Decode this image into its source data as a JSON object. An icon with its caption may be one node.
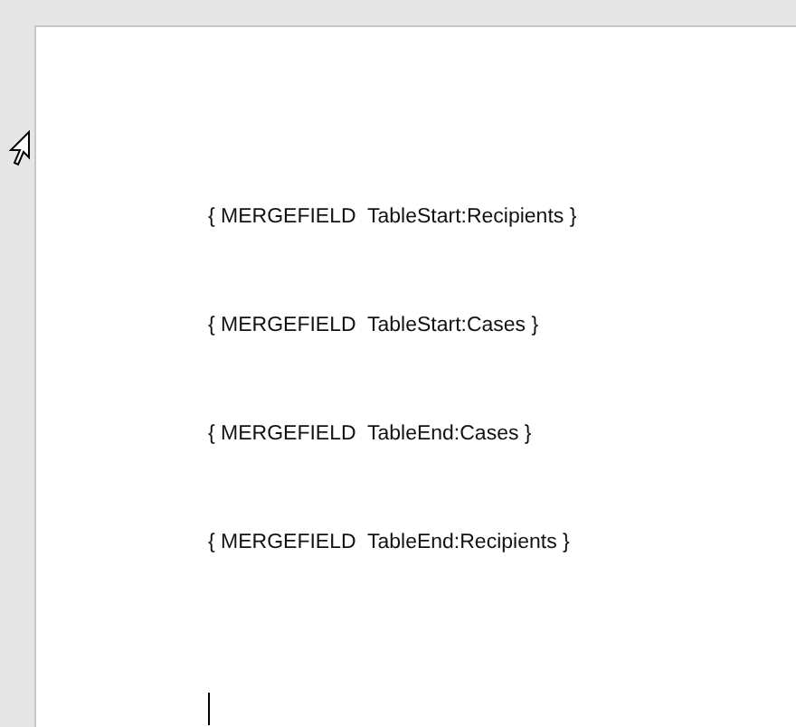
{
  "diagram": {
    "labels": [
      "{ MERGEFIELD  TableStart:Recipients }",
      "{ MERGEFIELD  TableStart:Cases }",
      "{ MERGEFIELD  TableEnd:Cases }",
      "{ MERGEFIELD  TableEnd:Recipients }"
    ]
  }
}
